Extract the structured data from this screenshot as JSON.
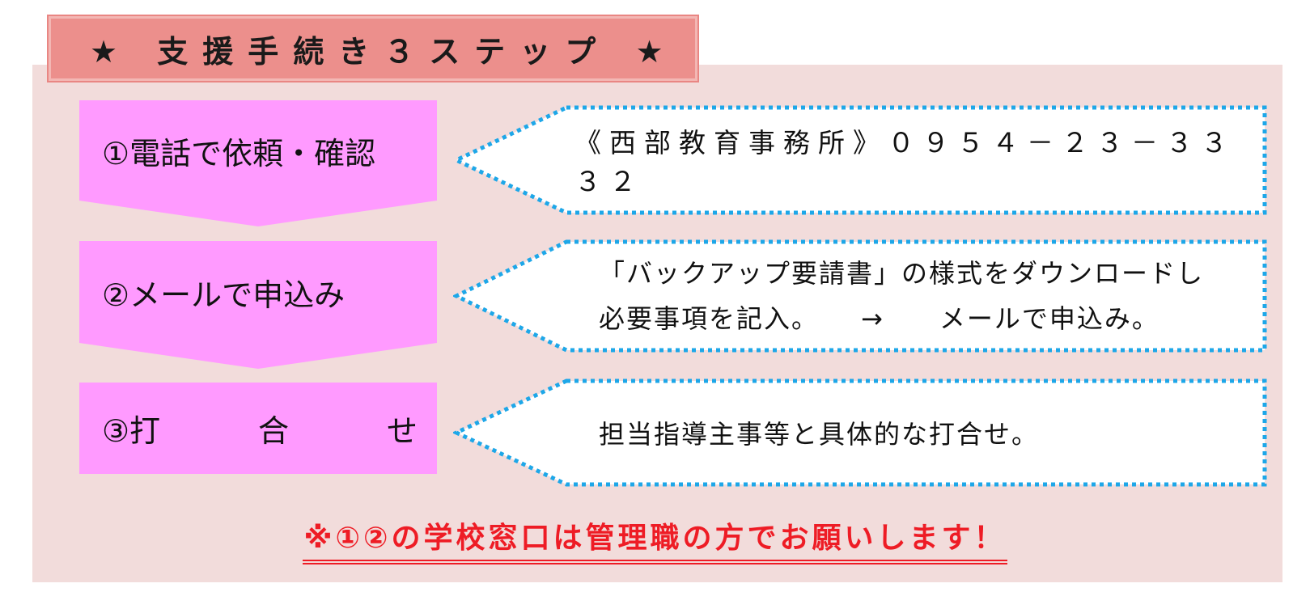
{
  "title": {
    "text": "★ 支援手続き３ステップ ★"
  },
  "steps": [
    {
      "label": "①電話で依頼・確認"
    },
    {
      "label": "②メールで申込み"
    },
    {
      "label_parts": [
        "③打",
        "合",
        "せ"
      ]
    }
  ],
  "callouts": [
    {
      "lines": [
        "《西部教育事務所》０９５４－２３－３３３２"
      ]
    },
    {
      "lines": [
        "「バックアップ要請書」の様式をダウンロードし",
        "必要事項を記入。　　→　　メールで申込み。"
      ]
    },
    {
      "lines": [
        "担当指導主事等と具体的な打合せ。"
      ]
    }
  ],
  "note": {
    "text": "※①②の学校窓口は管理職の方でお願いします！"
  },
  "colors": {
    "panel": "#f2dcdb",
    "title_banner": "#ec8f8c",
    "step_box": "#ff9aff",
    "dotted_border": "#1ea7e8",
    "note_text": "#ee1c25"
  }
}
